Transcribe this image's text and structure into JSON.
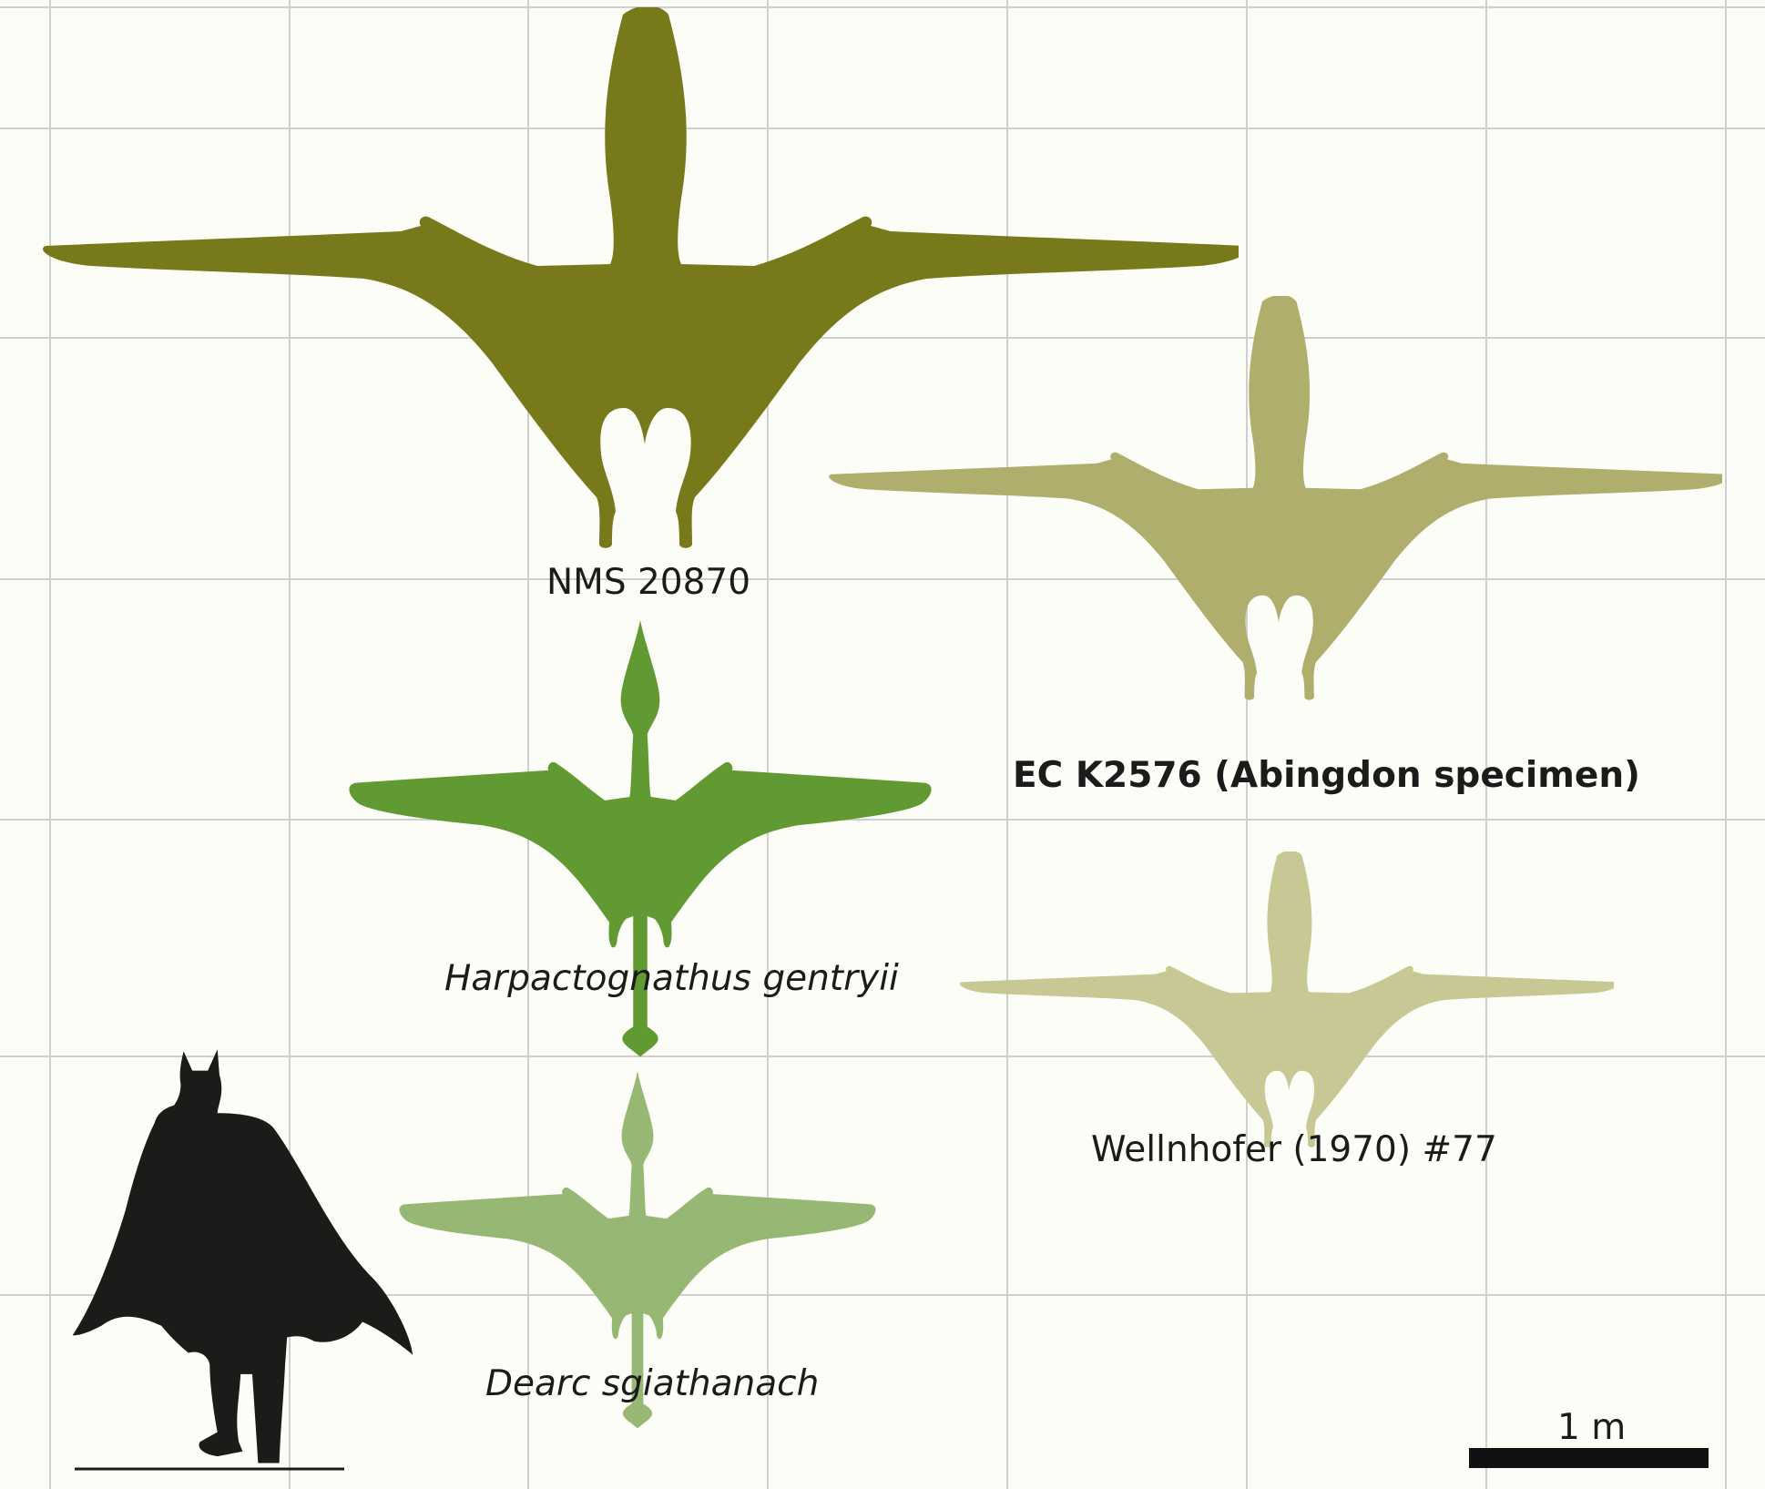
{
  "colors": {
    "background": "#fdfdf8",
    "grid": "#cfcfcf",
    "nms_20870": "#78791b",
    "ec_k2576": "#b0ae6d",
    "wellnhofer_77": "#c8c895",
    "harpactognathus": "#619a32",
    "dearc": "#97b874",
    "human": "#1b1c1a",
    "scale_bar": "#111111"
  },
  "labels": {
    "nms": "NMS 20870",
    "ec": "EC K2576 (Abingdon specimen)",
    "harpactognathus": "Harpactognathus gentryii",
    "wellnhofer": "Wellnhofer (1970) #77",
    "dearc": "Dearc sgiathanach"
  },
  "scale": {
    "label": "1 m"
  },
  "icons": {
    "pterosaur": "pterosaur-silhouette-icon",
    "human": "caped-human-silhouette-icon"
  }
}
